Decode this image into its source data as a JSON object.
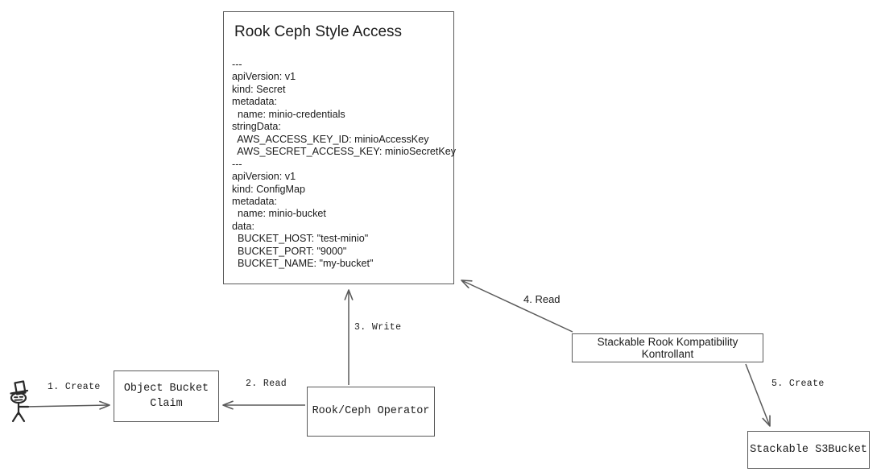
{
  "diagram": {
    "title": "Rook Ceph Style Access flow",
    "background_color": "#ffffff",
    "line_color": "#5a5a5a",
    "text_color": "#1a1a1a"
  },
  "document_card": {
    "title": "Rook Ceph Style Access",
    "yaml": "---\napiVersion: v1\nkind: Secret\nmetadata:\n  name: minio-credentials\nstringData:\n  AWS_ACCESS_KEY_ID: minioAccessKey\n  AWS_SECRET_ACCESS_KEY: minioSecretKey\n---\napiVersion: v1\nkind: ConfigMap\nmetadata:\n  name: minio-bucket\ndata:\n  BUCKET_HOST: \"test-minio\"\n  BUCKET_PORT: \"9000\"\n  BUCKET_NAME: \"my-bucket\""
  },
  "nodes": {
    "actor": {
      "label": "",
      "icon": "stick-figure-with-top-hat-icon"
    },
    "object_bucket_claim": {
      "label": "Object Bucket\nClaim"
    },
    "operator": {
      "label": "Rook/Ceph Operator"
    },
    "srkk": {
      "label": "Stackable Rook Kompatibility Kontrollant"
    },
    "s3bucket": {
      "label": "Stackable S3Bucket"
    }
  },
  "edges": [
    {
      "id": "1",
      "label": "1. Create",
      "from": "actor",
      "to": "object_bucket_claim"
    },
    {
      "id": "2",
      "label": "2. Read",
      "from": "operator",
      "to": "object_bucket_claim"
    },
    {
      "id": "3",
      "label": "3. Write",
      "from": "operator",
      "to": "document_card"
    },
    {
      "id": "4",
      "label": "4. Read",
      "from": "srkk",
      "to": "document_card"
    },
    {
      "id": "5",
      "label": "5. Create",
      "from": "srkk",
      "to": "s3bucket"
    }
  ]
}
